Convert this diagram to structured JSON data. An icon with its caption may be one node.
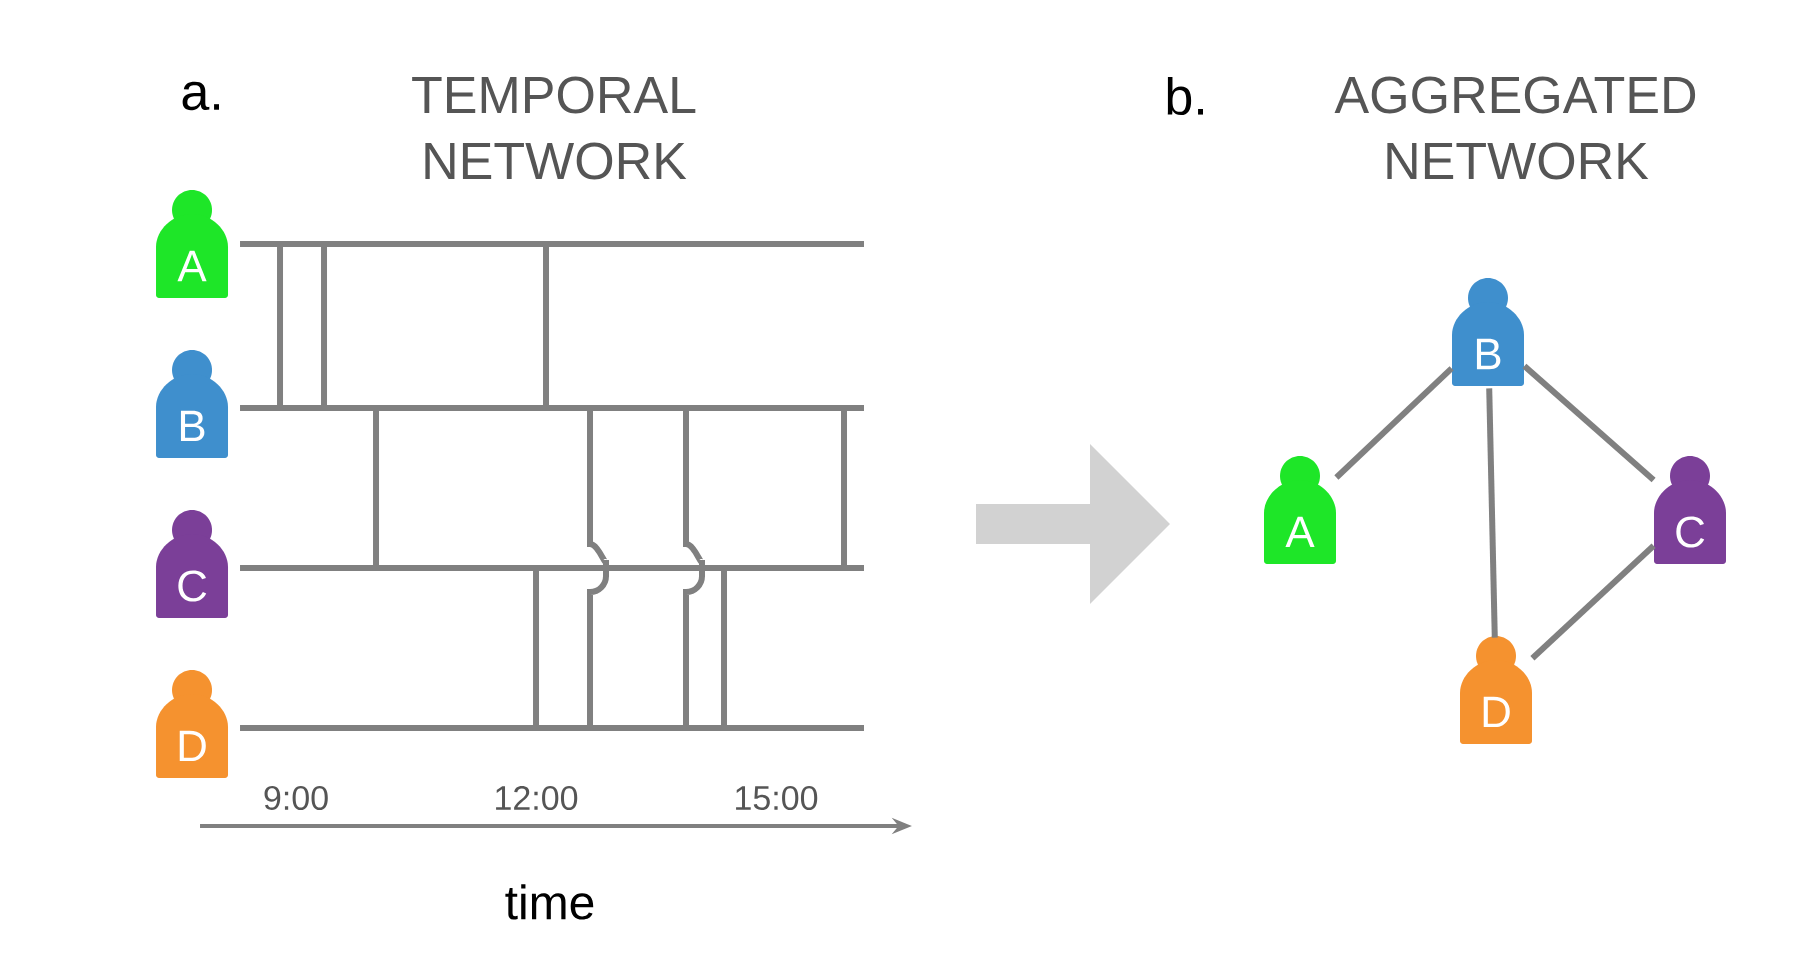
{
  "diagram": {
    "nodes": [
      {
        "text": [
          "A"
        ]
      },
      {
        "text": [
          "B"
        ]
      },
      {
        "text": [
          "C"
        ]
      },
      {
        "text": [
          "D"
        ]
      },
      {
        "text": [],
        "shape": "bar"
      },
      {
        "text": [],
        "shape": "bar"
      },
      {
        "text": [],
        "shape": "bar"
      },
      {
        "text": [],
        "shape": "bar"
      },
      {
        "text": [
          "B"
        ]
      },
      {
        "text": [
          "A"
        ]
      },
      {
        "text": [
          "C"
        ]
      },
      {
        "text": [
          "D"
        ]
      }
    ],
    "edges": [
      {
        "from": 4,
        "to": 5,
        "arrow": "none"
      },
      {
        "from": 4,
        "to": 5,
        "arrow": "none"
      },
      {
        "from": 5,
        "to": 6,
        "arrow": "none"
      },
      {
        "from": 7,
        "to": 6,
        "arrow": "none"
      },
      {
        "from": 4,
        "to": 5,
        "arrow": "none"
      },
      {
        "from": 5,
        "to": 7,
        "arrow": "none"
      },
      {
        "from": 5,
        "to": 7,
        "arrow": "none"
      },
      {
        "from": 7,
        "to": 6,
        "arrow": "none"
      },
      {
        "from": 5,
        "to": 6,
        "arrow": "none"
      },
      {
        "from": 8,
        "to": 9,
        "arrow": "none"
      },
      {
        "from": 8,
        "to": 11,
        "arrow": "none"
      },
      {
        "from": 8,
        "to": 10,
        "arrow": "none"
      },
      {
        "from": 10,
        "to": 11,
        "arrow": "none"
      }
    ],
    "labels": [
      "a.",
      "TEMPORAL NETWORK",
      "b.",
      "AGGREGATED NETWORK",
      "9:00",
      "12:00",
      "15:00",
      "time"
    ]
  }
}
